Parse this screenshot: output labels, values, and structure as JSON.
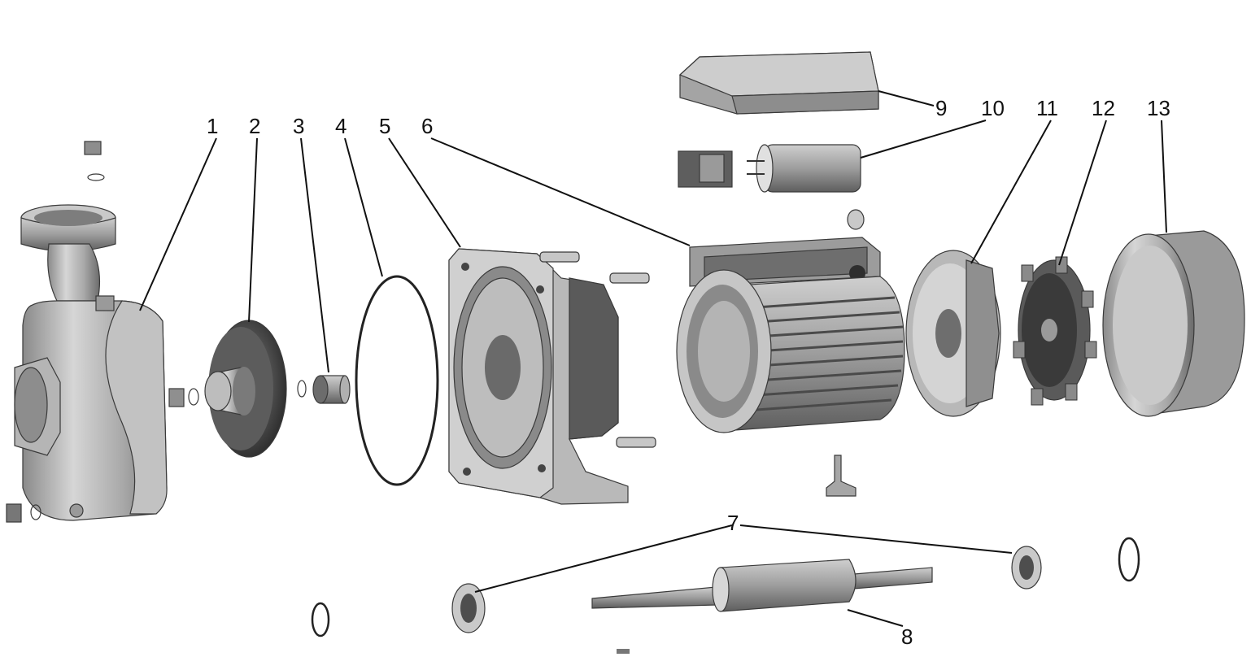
{
  "colors": {
    "background": "#ffffff",
    "ink": "#111111",
    "metal_light": "#d9d9d9",
    "metal_mid": "#a9a9a9",
    "metal_dark": "#6f6f6f",
    "metal_shadow": "#3d3d3d"
  },
  "callouts": [
    {
      "label": "1"
    },
    {
      "label": "2"
    },
    {
      "label": "3"
    },
    {
      "label": "4"
    },
    {
      "label": "5"
    },
    {
      "label": "6"
    },
    {
      "label": "7"
    },
    {
      "label": "8"
    },
    {
      "label": "9"
    },
    {
      "label": "10"
    },
    {
      "label": "11"
    },
    {
      "label": "12"
    },
    {
      "label": "13"
    }
  ]
}
